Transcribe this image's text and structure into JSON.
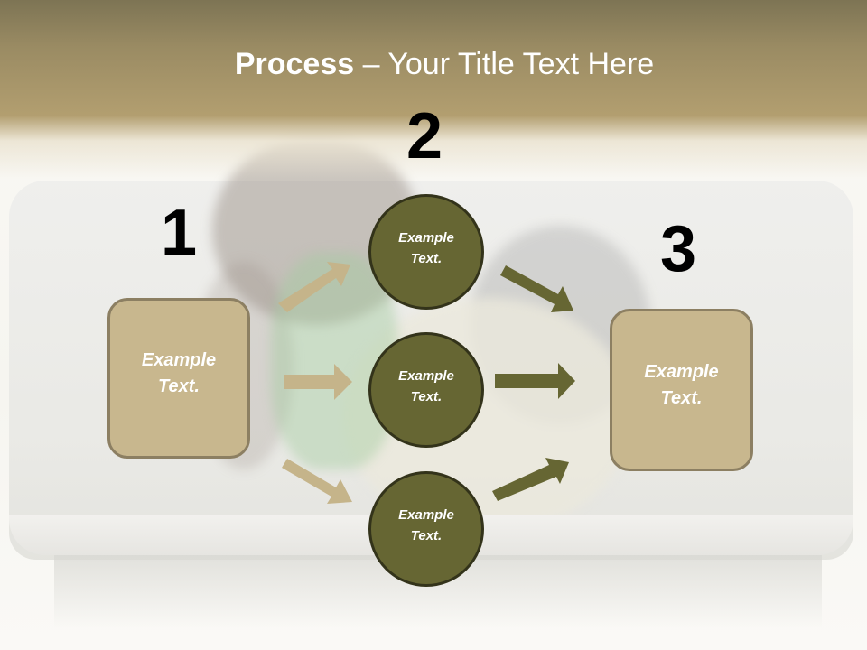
{
  "title": {
    "strong": "Process",
    "rest": " – Your Title Text Here"
  },
  "steps": [
    {
      "number": "1",
      "box": {
        "line1": "Example",
        "line2": "Text."
      }
    },
    {
      "number": "2",
      "circles": [
        {
          "line1": "Example",
          "line2": "Text."
        },
        {
          "line1": "Example",
          "line2": "Text."
        },
        {
          "line1": "Example",
          "line2": "Text."
        }
      ]
    },
    {
      "number": "3",
      "box": {
        "line1": "Example",
        "line2": "Text."
      }
    }
  ],
  "colors": {
    "header_top": "#7d7454",
    "header_bottom": "#b39f70",
    "box_fill": "#c8b78e",
    "box_border": "#8c7f62",
    "circle_fill": "#666633",
    "circle_border": "#33331a",
    "arrow_left": "#c5b48a",
    "arrow_right": "#666633"
  }
}
